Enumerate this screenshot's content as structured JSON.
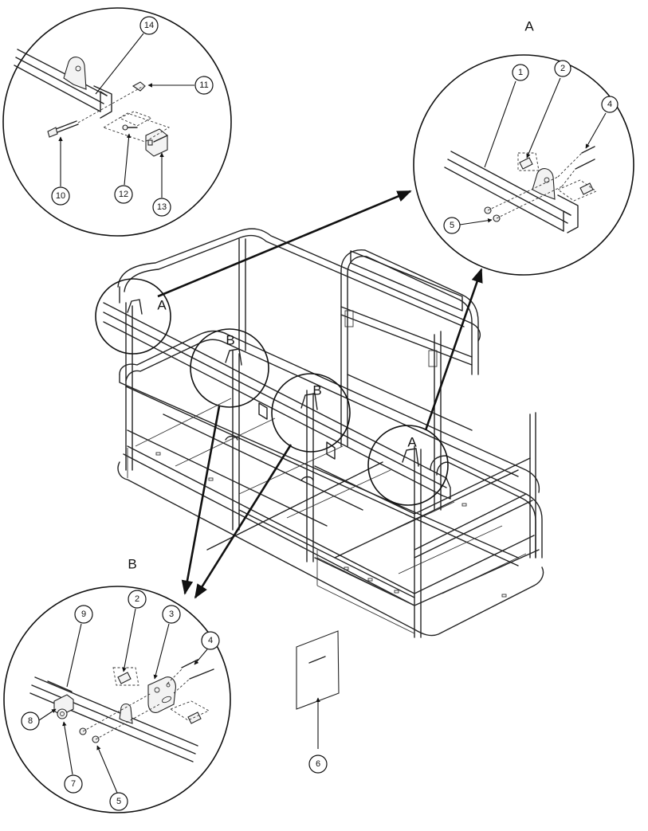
{
  "view_labels": {
    "detail_a_title": "A",
    "detail_b_title": "B",
    "zone_a_left": "A",
    "zone_a_right": "A",
    "zone_b_left": "B",
    "zone_b_right": "B"
  },
  "callouts": {
    "c1": "1",
    "c2": "2",
    "c4": "4",
    "c5": "5",
    "c14": "14",
    "c11": "11",
    "c10": "10",
    "c12": "12",
    "c13": "13",
    "b9": "9",
    "b2": "2",
    "b3": "3",
    "b4": "4",
    "b8": "8",
    "b7": "7",
    "b5": "5",
    "c6": "6"
  }
}
